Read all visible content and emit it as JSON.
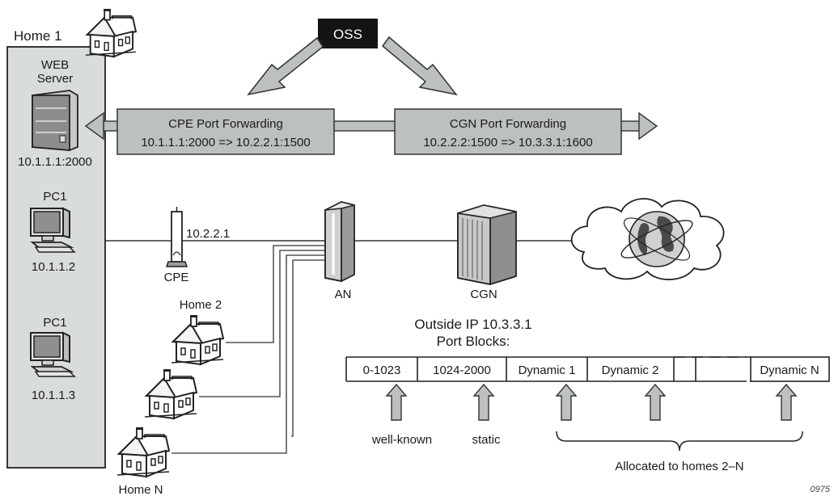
{
  "colors": {
    "panel": "#d9dcdc",
    "arrow": "#bcc0c0",
    "oss_bg": "#141414",
    "oss_text": "#ffffff",
    "line": "#333333"
  },
  "home1": {
    "title": "Home 1",
    "web_server_line1": "WEB",
    "web_server_line2": "Server",
    "web_server_ip": "10.1.1.1:2000",
    "pc1_label": "PC1",
    "pc1_ip": "10.1.1.2",
    "pc2_label": "PC1",
    "pc2_ip": "10.1.1.3"
  },
  "oss": {
    "label": "OSS"
  },
  "cpe_forwarding": {
    "title": "CPE Port Forwarding",
    "rule": "10.1.1.1:2000 => 10.2.2.1:1500"
  },
  "cgn_forwarding": {
    "title": "CGN Port Forwarding",
    "rule": "10.2.2.2:1500 => 10.3.3.1:1600"
  },
  "cpe": {
    "label": "CPE",
    "ip": "10.2.2.1"
  },
  "an": {
    "label": "AN"
  },
  "cgn": {
    "label": "CGN"
  },
  "homes": {
    "home2": "Home 2",
    "homeN": "Home N"
  },
  "port_blocks": {
    "title_line1": "Outside IP 10.3.3.1",
    "title_line2": "Port Blocks:",
    "cells": [
      "0-1023",
      "1024-2000",
      "Dynamic 1",
      "Dynamic 2",
      "Dynamic N"
    ],
    "well_known": "well-known",
    "static": "static",
    "allocated": "Allocated to homes 2–N"
  },
  "figure_id": "0975"
}
